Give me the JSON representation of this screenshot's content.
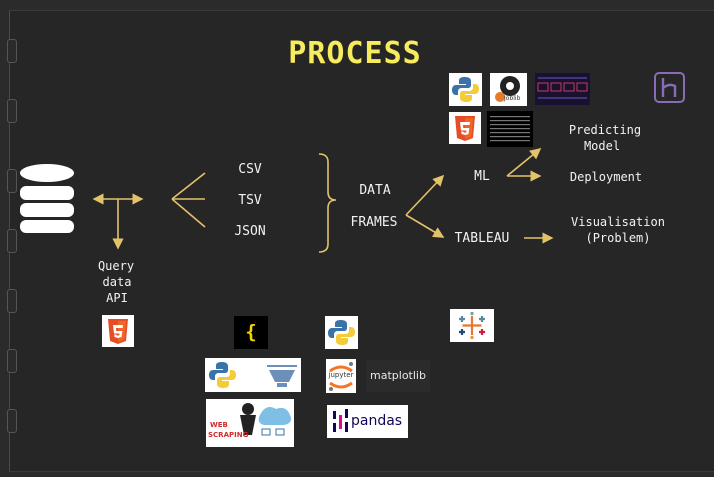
{
  "title": "PROCESS",
  "nodes": {
    "csv": "CSV",
    "tsv": "TSV",
    "json": "JSON",
    "data": "DATA",
    "frames": "FRAMES",
    "ml": "ML",
    "tableau": "TABLEAU",
    "predicting": "Predicting",
    "model": "Model",
    "deployment": "Deployment",
    "visualisation": "Visualisation",
    "problem": "(Problem)",
    "query": "Query",
    "qdata": "data",
    "api": "API"
  },
  "logos": {
    "curly": "{ }",
    "jupyter": "jupyter",
    "matplotlib": "matplotlib",
    "pandas": "pandas",
    "web": "WEB",
    "scraping": "SCRAPING",
    "joblib": "Joblib",
    "html": "HTML"
  },
  "colors": {
    "arrow": "#e2c26a",
    "title": "#f7ec5c",
    "text": "#f2f2f2",
    "background": "#262626"
  }
}
